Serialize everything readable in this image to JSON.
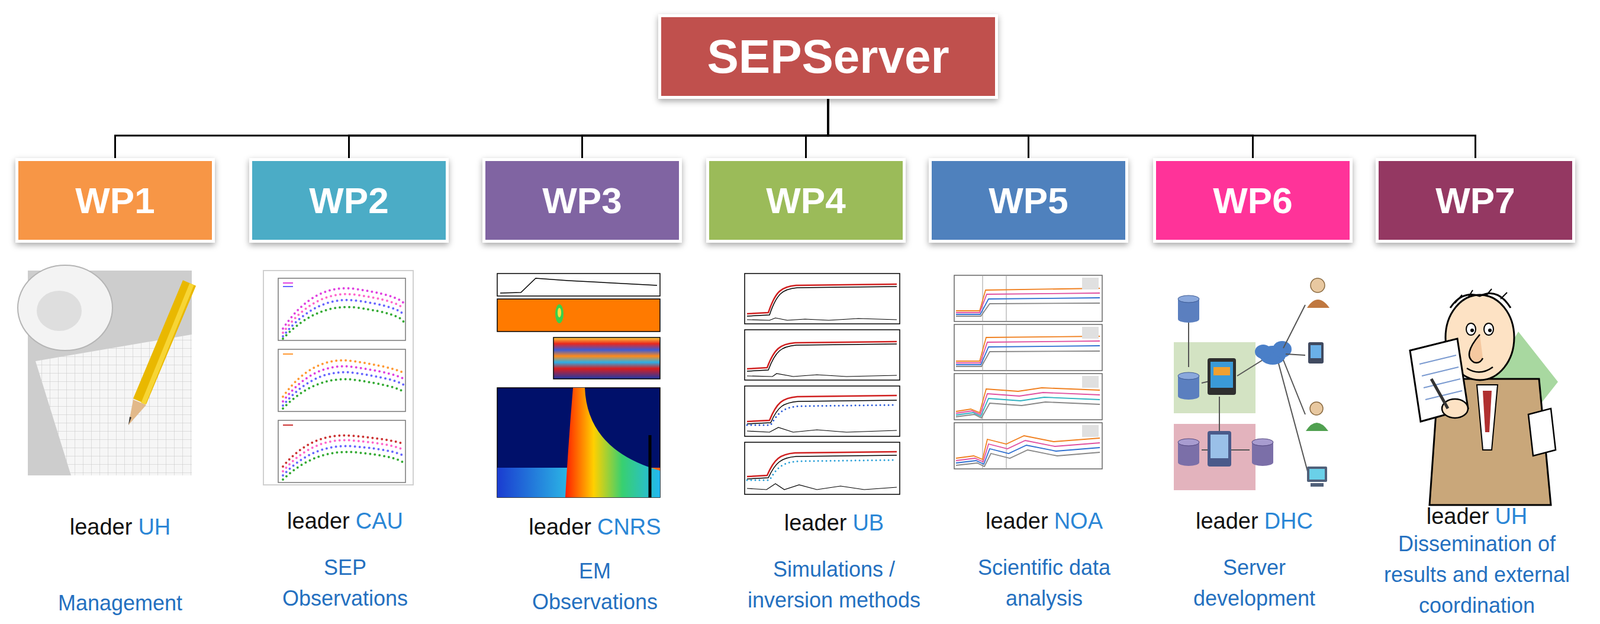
{
  "diagram": {
    "nodes": [
      {
        "text": [
          "SEPServer"
        ]
      },
      {
        "text": [
          "WP1"
        ]
      },
      {
        "text": [
          "WP2"
        ]
      },
      {
        "text": [
          "WP3"
        ]
      },
      {
        "text": [
          "WP4"
        ]
      },
      {
        "text": [
          "WP5"
        ]
      },
      {
        "text": [
          "WP6"
        ]
      },
      {
        "text": [
          "WP7"
        ]
      }
    ],
    "edges": [
      {
        "from": 0,
        "to": 1,
        "arrow": "none"
      },
      {
        "from": 0,
        "to": 2,
        "arrow": "none"
      },
      {
        "from": 0,
        "to": 3,
        "arrow": "none"
      },
      {
        "from": 0,
        "to": 4,
        "arrow": "none"
      },
      {
        "from": 0,
        "to": 5,
        "arrow": "none"
      },
      {
        "from": 0,
        "to": 6,
        "arrow": "none"
      },
      {
        "from": 0,
        "to": 7,
        "arrow": "none"
      }
    ],
    "labels": [
      "leader",
      "UH",
      "Management",
      "leader",
      "CAU",
      "SEP Observations",
      "leader",
      "CNRS",
      "EM Observations",
      "leader",
      "UB",
      "Simulations / inversion methods",
      "leader",
      "NOA",
      "Scientific data analysis",
      "leader",
      "DHC",
      "Server development",
      "leader",
      "UH",
      "Dissemination of results and external coordination"
    ]
  }
}
